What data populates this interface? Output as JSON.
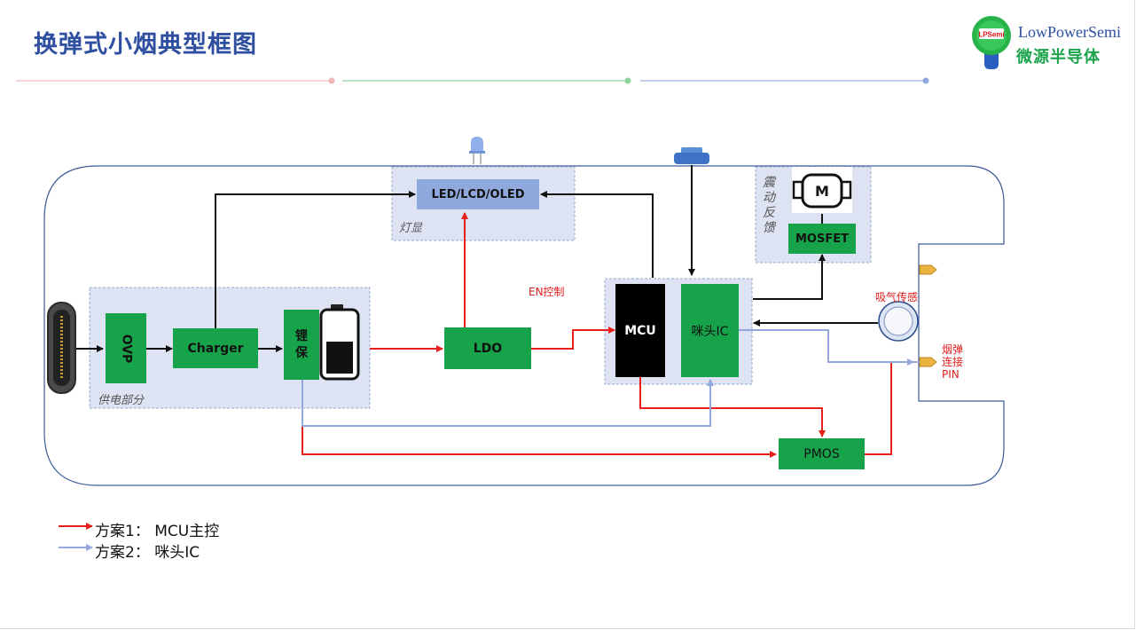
{
  "page": {
    "title": "换弹式小烟典型框图"
  },
  "logo": {
    "badge": "LPSemi",
    "name_en": "LowPowerSemi",
    "name_cn": "微源半导体"
  },
  "groups": {
    "power": "供电部分",
    "display": "灯显",
    "vibration": "震动反馈"
  },
  "blocks": {
    "ovp": "OVP",
    "charger": "Charger",
    "lithium": "锂保",
    "ldo": "LDO",
    "display": "LED/LCD/OLED",
    "mcu": "MCU",
    "mic_ic": "咪头IC",
    "mosfet": "MOSFET",
    "pmos": "PMOS",
    "motor": "M"
  },
  "labels": {
    "en_control": "EN控制",
    "airflow_sensor": "吸气传感",
    "cartridge_pin": "烟弹\n连接\nPIN"
  },
  "legend": {
    "scheme1": "方案1：  MCU主控",
    "scheme2": "方案2：  咪头IC"
  },
  "colors": {
    "title": "#2f4fa0",
    "green_block": "#16a34a",
    "blue_block": "#8fa9dc",
    "scheme1_line": "#e8201c",
    "scheme2_line": "#94a8dd",
    "group_fill": "#dde3f2"
  }
}
